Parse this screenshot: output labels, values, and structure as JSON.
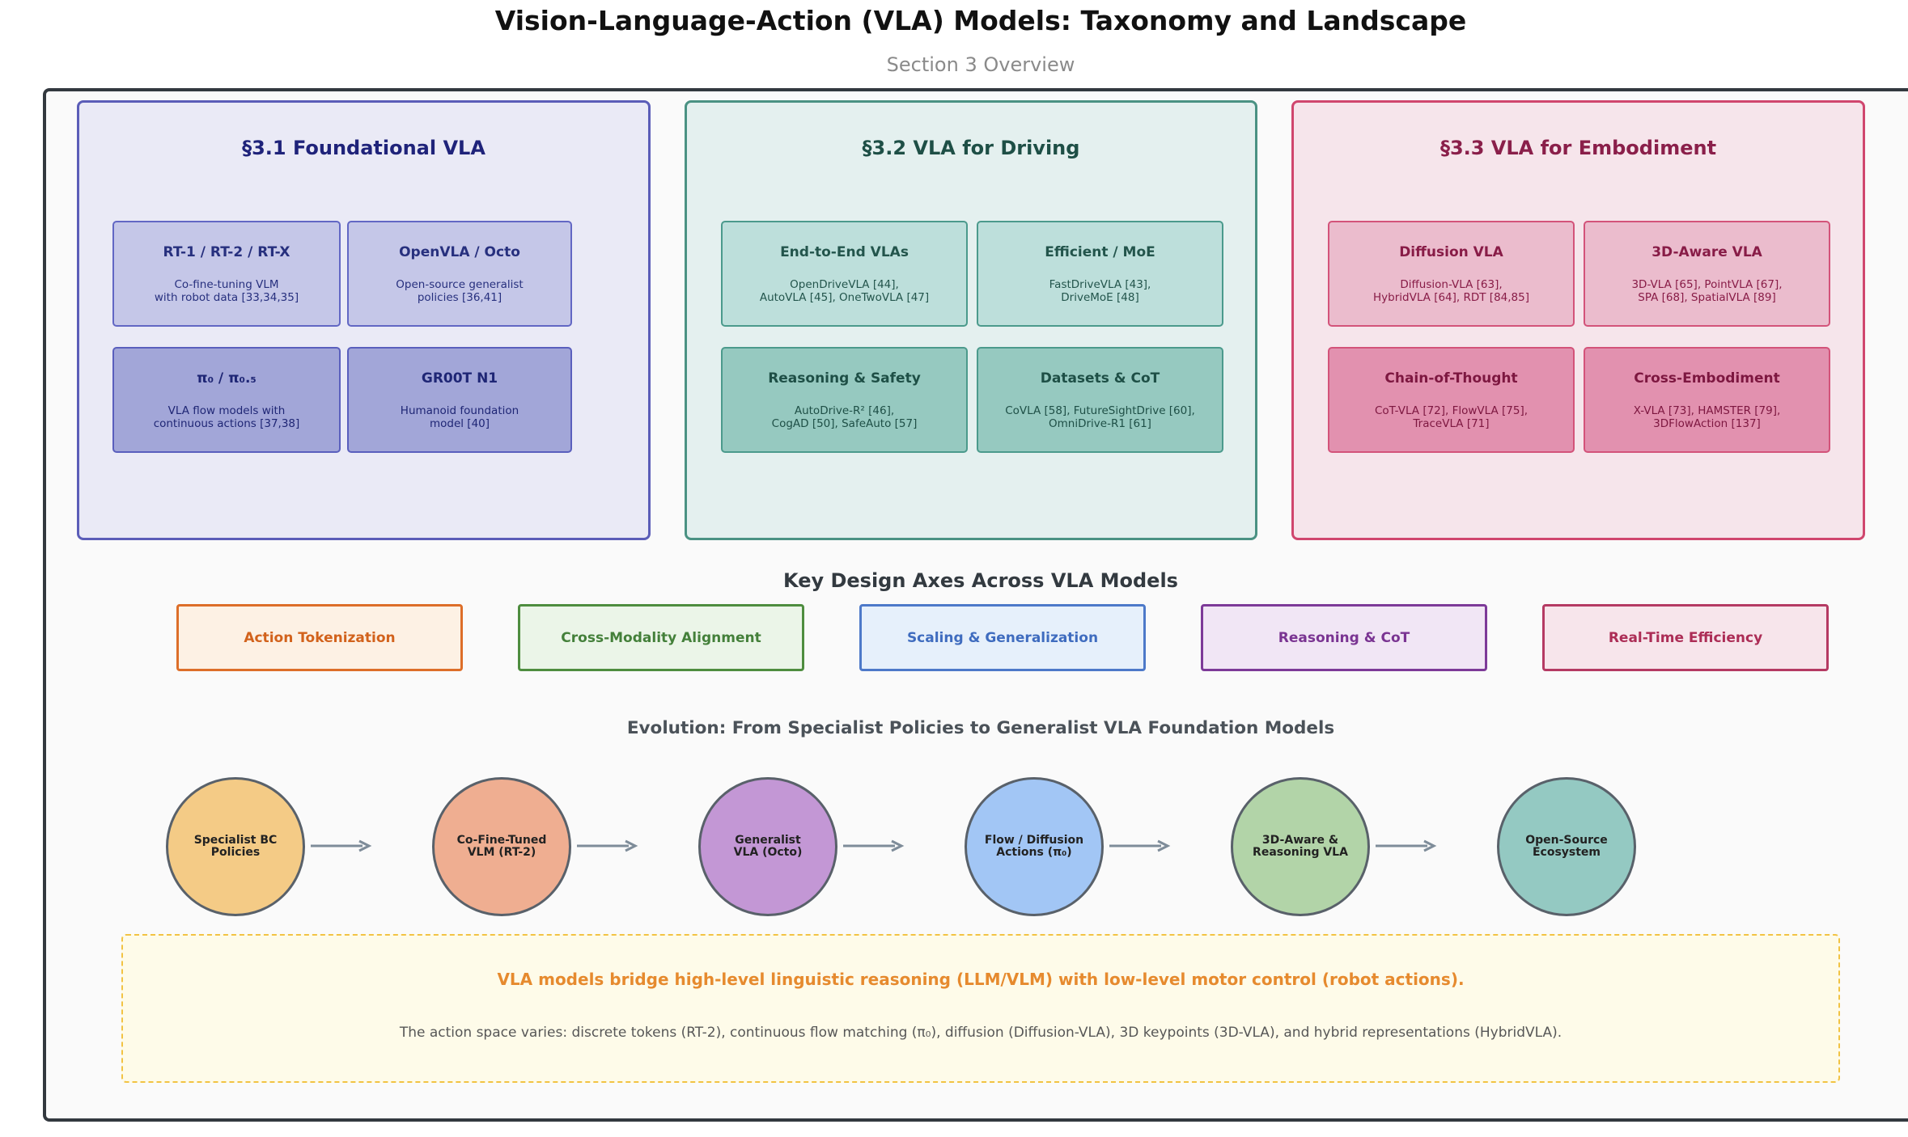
{
  "header": {
    "title": "Vision-Language-Action (VLA) Models: Taxonomy and Landscape",
    "subtitle": "Section 3 Overview"
  },
  "panels": [
    {
      "title": "§3.1 Foundational VLA",
      "colors": {
        "border": "#5b5db8",
        "bg": "#eaeaf6",
        "title": "#1f237a"
      },
      "cards": [
        {
          "title": "RT-1 / RT-2 / RT-X",
          "desc": "Co-fine-tuning VLM\nwith robot data [33,34,35]",
          "bg": "#c5c7e8",
          "border": "#6267c4",
          "color": "#27307e"
        },
        {
          "title": "OpenVLA / Octo",
          "desc": "Open-source generalist\npolicies [36,41]",
          "bg": "#c5c7e8",
          "border": "#6267c4",
          "color": "#27307e"
        },
        {
          "title": "π₀ / π₀.₅",
          "desc": "VLA flow models with\ncontinuous actions [37,38]",
          "bg": "#a2a6d8",
          "border": "#5a5fbd",
          "color": "#1f2675"
        },
        {
          "title": "GR00T N1",
          "desc": "Humanoid foundation\nmodel [40]",
          "bg": "#a2a6d8",
          "border": "#5a5fbd",
          "color": "#1f2675"
        }
      ]
    },
    {
      "title": "§3.2 VLA for Driving",
      "colors": {
        "border": "#4a9283",
        "bg": "#e4f0ef",
        "title": "#1e4f46"
      },
      "cards": [
        {
          "title": "End-to-End VLAs",
          "desc": "OpenDriveVLA [44],\nAutoVLA [45], OneTwoVLA [47]",
          "bg": "#bddfdb",
          "border": "#4b9a8c",
          "color": "#23554c"
        },
        {
          "title": "Efficient / MoE",
          "desc": "FastDriveVLA [43],\nDriveMoE [48]",
          "bg": "#bddfdb",
          "border": "#4b9a8c",
          "color": "#23554c"
        },
        {
          "title": "Reasoning & Safety",
          "desc": "AutoDrive-R² [46],\nCogAD [50], SafeAuto [57]",
          "bg": "#96c9c0",
          "border": "#4b9a8c",
          "color": "#1e4f46"
        },
        {
          "title": "Datasets & CoT",
          "desc": "CoVLA [58], FutureSightDrive [60],\nOmniDrive-R1 [61]",
          "bg": "#96c9c0",
          "border": "#4b9a8c",
          "color": "#1e4f46"
        }
      ]
    },
    {
      "title": "§3.3 VLA for Embodiment",
      "colors": {
        "border": "#d0466e",
        "bg": "#f6e5eb",
        "title": "#8a1f4a"
      },
      "cards": [
        {
          "title": "Diffusion VLA",
          "desc": "Diffusion-VLA [63],\nHybridVLA [64], RDT [84,85]",
          "bg": "#ebbccd",
          "border": "#d3537a",
          "color": "#881c47"
        },
        {
          "title": "3D-Aware VLA",
          "desc": "3D-VLA [65], PointVLA [67],\nSPA [68], SpatialVLA [89]",
          "bg": "#ebbccd",
          "border": "#d3537a",
          "color": "#881c47"
        },
        {
          "title": "Chain-of-Thought",
          "desc": "CoT-VLA [72], FlowVLA [75],\nTraceVLA [71]",
          "bg": "#e291af",
          "border": "#d3537a",
          "color": "#7d1740"
        },
        {
          "title": "Cross-Embodiment",
          "desc": "X-VLA [73], HAMSTER [79],\n3DFlowAction [137]",
          "bg": "#e291af",
          "border": "#d3537a",
          "color": "#7d1740"
        }
      ]
    }
  ],
  "axes": {
    "title": "Key Design Axes Across VLA Models",
    "items": [
      {
        "label": "Action Tokenization",
        "bg": "#fdf1e4",
        "border": "#dd6e29",
        "color": "#d2621c"
      },
      {
        "label": "Cross-Modality Alignment",
        "bg": "#ebf5e8",
        "border": "#4e8d3f",
        "color": "#44803a"
      },
      {
        "label": "Scaling & Generalization",
        "bg": "#e6f0fb",
        "border": "#4d79c9",
        "color": "#3f6cbf"
      },
      {
        "label": "Reasoning & CoT",
        "bg": "#f1e6f5",
        "border": "#7d3a98",
        "color": "#7a3492"
      },
      {
        "label": "Real-Time Efficiency",
        "bg": "#f7e5eb",
        "border": "#b53a63",
        "color": "#ac2d56"
      }
    ]
  },
  "evolution": {
    "title": "Evolution: From Specialist Policies to Generalist VLA Foundation Models",
    "stages": [
      {
        "label": "Specialist BC\nPolicies",
        "color": "#f4cb86"
      },
      {
        "label": "Co-Fine-Tuned\nVLM (RT-2)",
        "color": "#efae91"
      },
      {
        "label": "Generalist\nVLA (Octo)",
        "color": "#c397d5"
      },
      {
        "label": "Flow / Diffusion\nActions (π₀)",
        "color": "#a2c6f5"
      },
      {
        "label": "3D-Aware &\nReasoning VLA",
        "color": "#b2d4a8"
      },
      {
        "label": "Open-Source\nEcosystem",
        "color": "#94c9c2"
      }
    ]
  },
  "note": {
    "headline": "VLA models bridge high-level linguistic reasoning (LLM/VLM) with low-level motor control (robot actions).",
    "body": "The action space varies: discrete tokens (RT-2), continuous flow matching (π₀), diffusion (Diffusion-VLA), 3D keypoints (3D-VLA), and hybrid representations (HybridVLA)."
  }
}
